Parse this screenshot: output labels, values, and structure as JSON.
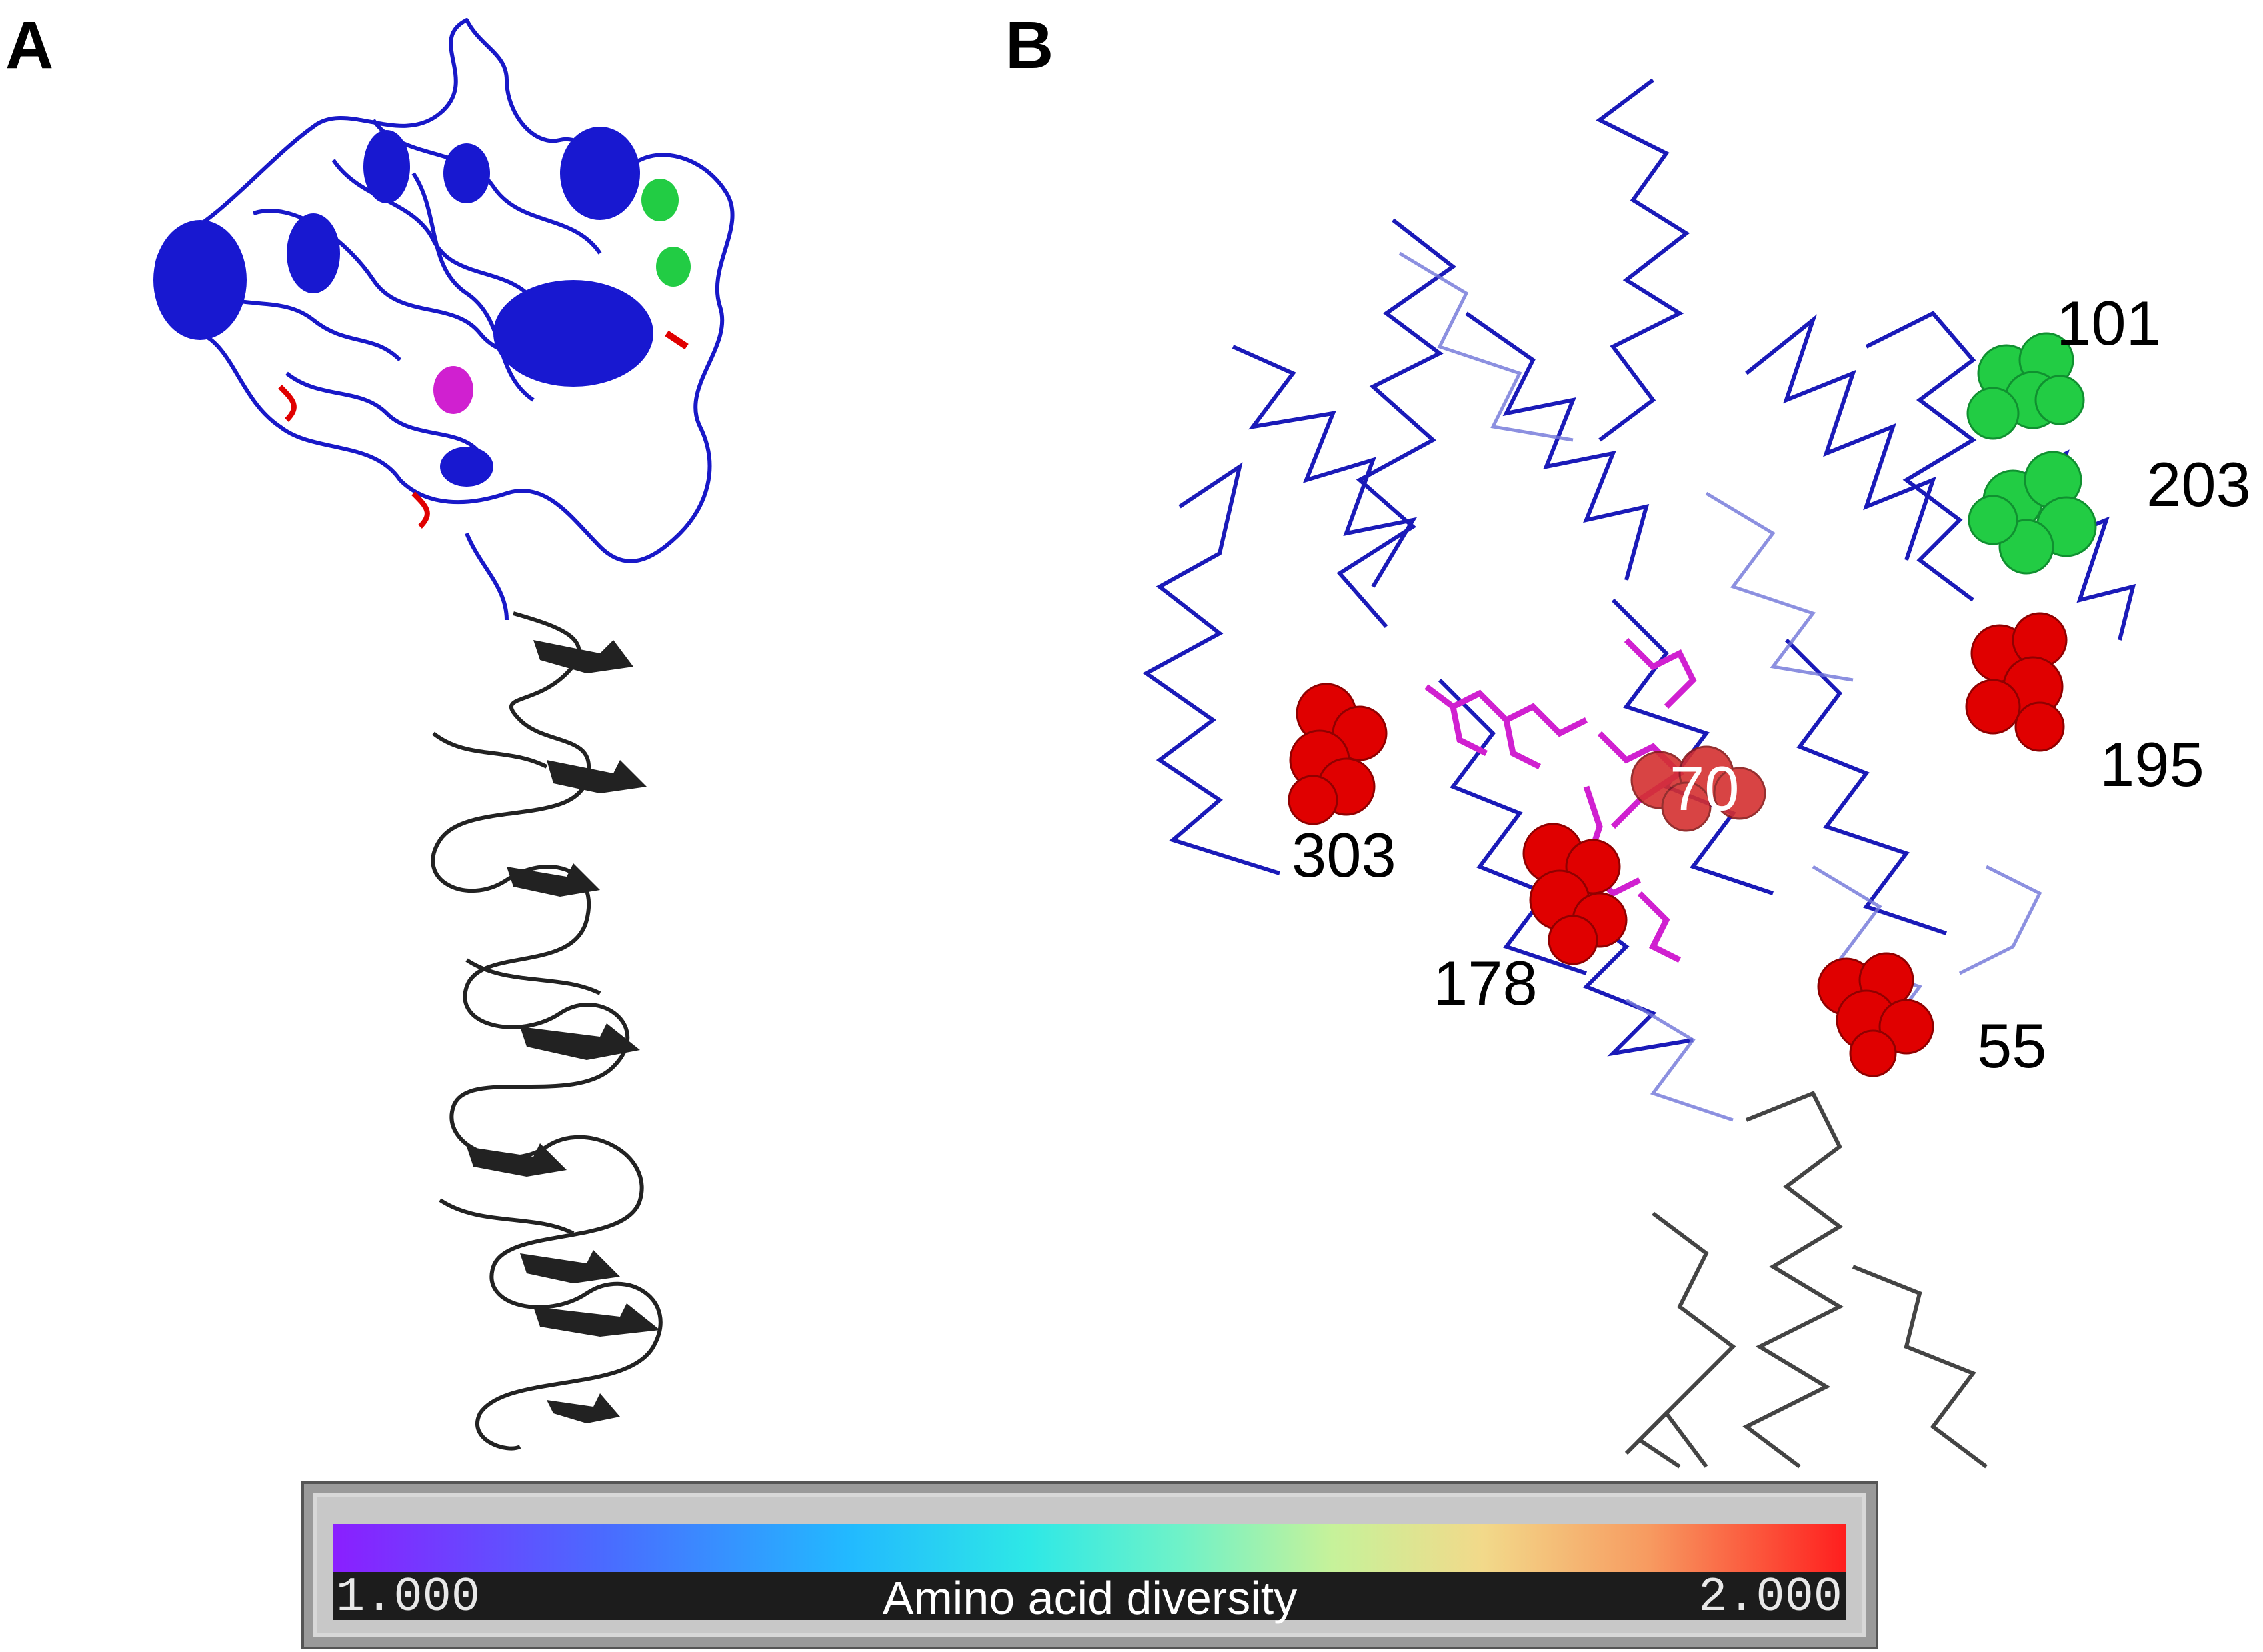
{
  "panels": {
    "a": {
      "letter": "A"
    },
    "b": {
      "letter": "B"
    }
  },
  "residue_labels": {
    "r101": "101",
    "r203": "203",
    "r195": "195",
    "r70": "70",
    "r303": "303",
    "r178": "178",
    "r55": "55"
  },
  "colorbar": {
    "min_label": "1.000",
    "max_label": "2.000",
    "title": "Amino acid diversity"
  },
  "colors": {
    "domain": "#1414c8",
    "stalk": "#222222",
    "high_diversity": "#e00000",
    "medium_diversity": "#22cc44",
    "ligand": "#d020d0"
  }
}
